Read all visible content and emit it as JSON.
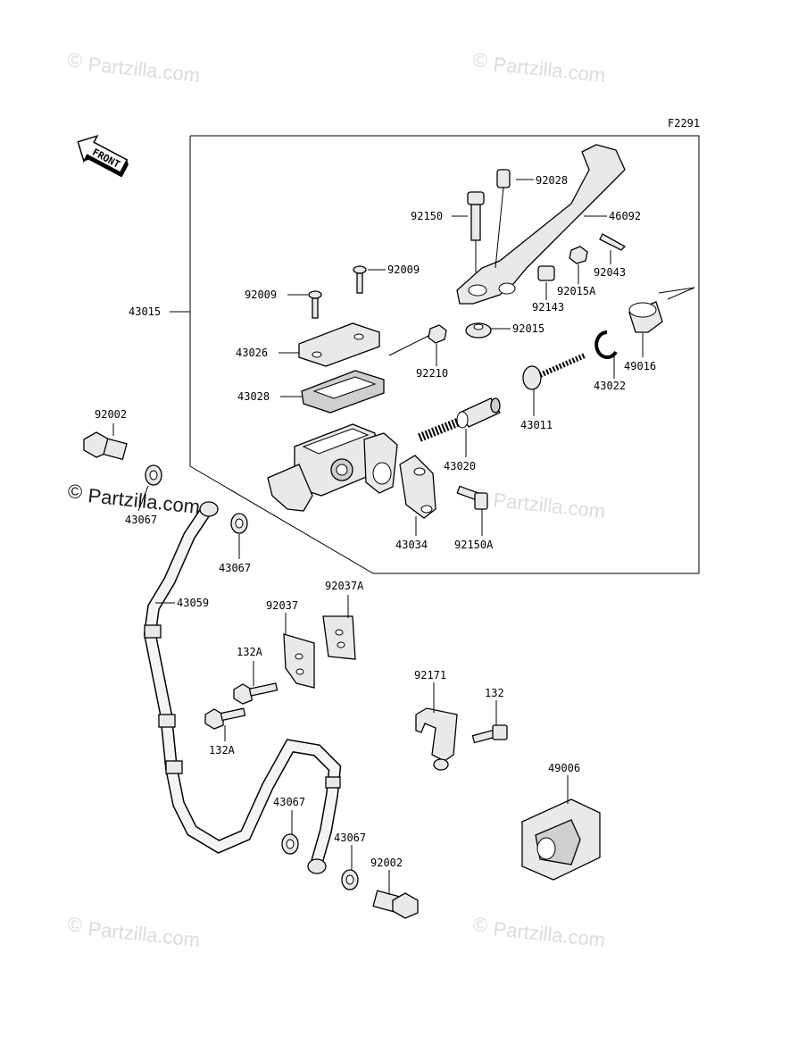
{
  "diagram": {
    "code": "F2291",
    "front_label": "FRONT",
    "watermark": "Partzilla.com",
    "labels": {
      "p92028": "92028",
      "p92150": "92150",
      "p46092": "46092",
      "p92009a": "92009",
      "p92009b": "92009",
      "p92043": "92043",
      "p92015A": "92015A",
      "p43015": "43015",
      "p92143": "92143",
      "p92015": "92015",
      "p43026": "43026",
      "p92210": "92210",
      "p49016": "49016",
      "p43022": "43022",
      "p43028": "43028",
      "p43011": "43011",
      "p92002a": "92002",
      "p43020": "43020",
      "p43067a": "43067",
      "p43067b": "43067",
      "p43034": "43034",
      "p92150A": "92150A",
      "p43059": "43059",
      "p92037": "92037",
      "p92037A": "92037A",
      "p132Aa": "132A",
      "p132Ab": "132A",
      "p92171": "92171",
      "p132": "132",
      "p49006": "49006",
      "p43067c": "43067",
      "p43067d": "43067",
      "p92002b": "92002"
    }
  }
}
